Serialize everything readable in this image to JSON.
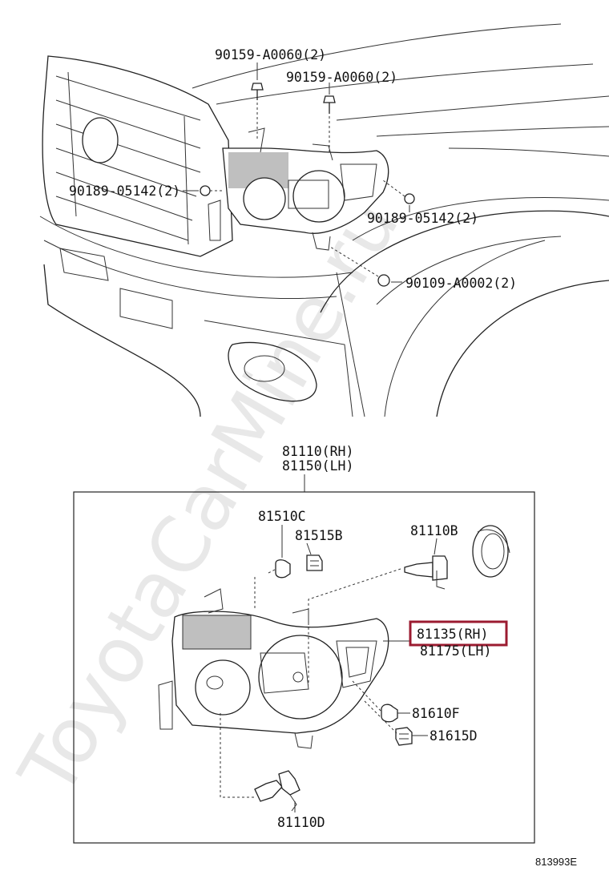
{
  "watermark": "ToyotaCarMine.ru",
  "top_labels": {
    "bolt_a": "90159-A0060(2)",
    "bolt_b": "90159-A0060(2)",
    "clip_left": "90189-05142(2)",
    "clip_right": "90189-05142(2)",
    "screw": "90109-A0002(2)"
  },
  "assembly": {
    "rh": "81110(RH)",
    "lh": "81150(LH)"
  },
  "bottom_labels": {
    "bulb_socket": "81510C",
    "socket": "81515B",
    "hid_bulb": "81110B",
    "housing_rh": "81135(RH)",
    "housing_lh": "81175(LH)",
    "small_bulb": "81610F",
    "small_socket": "81615D",
    "low_bulb": "81110D"
  },
  "highlight_color": "#9b1b30",
  "diagram_id": "813993E"
}
